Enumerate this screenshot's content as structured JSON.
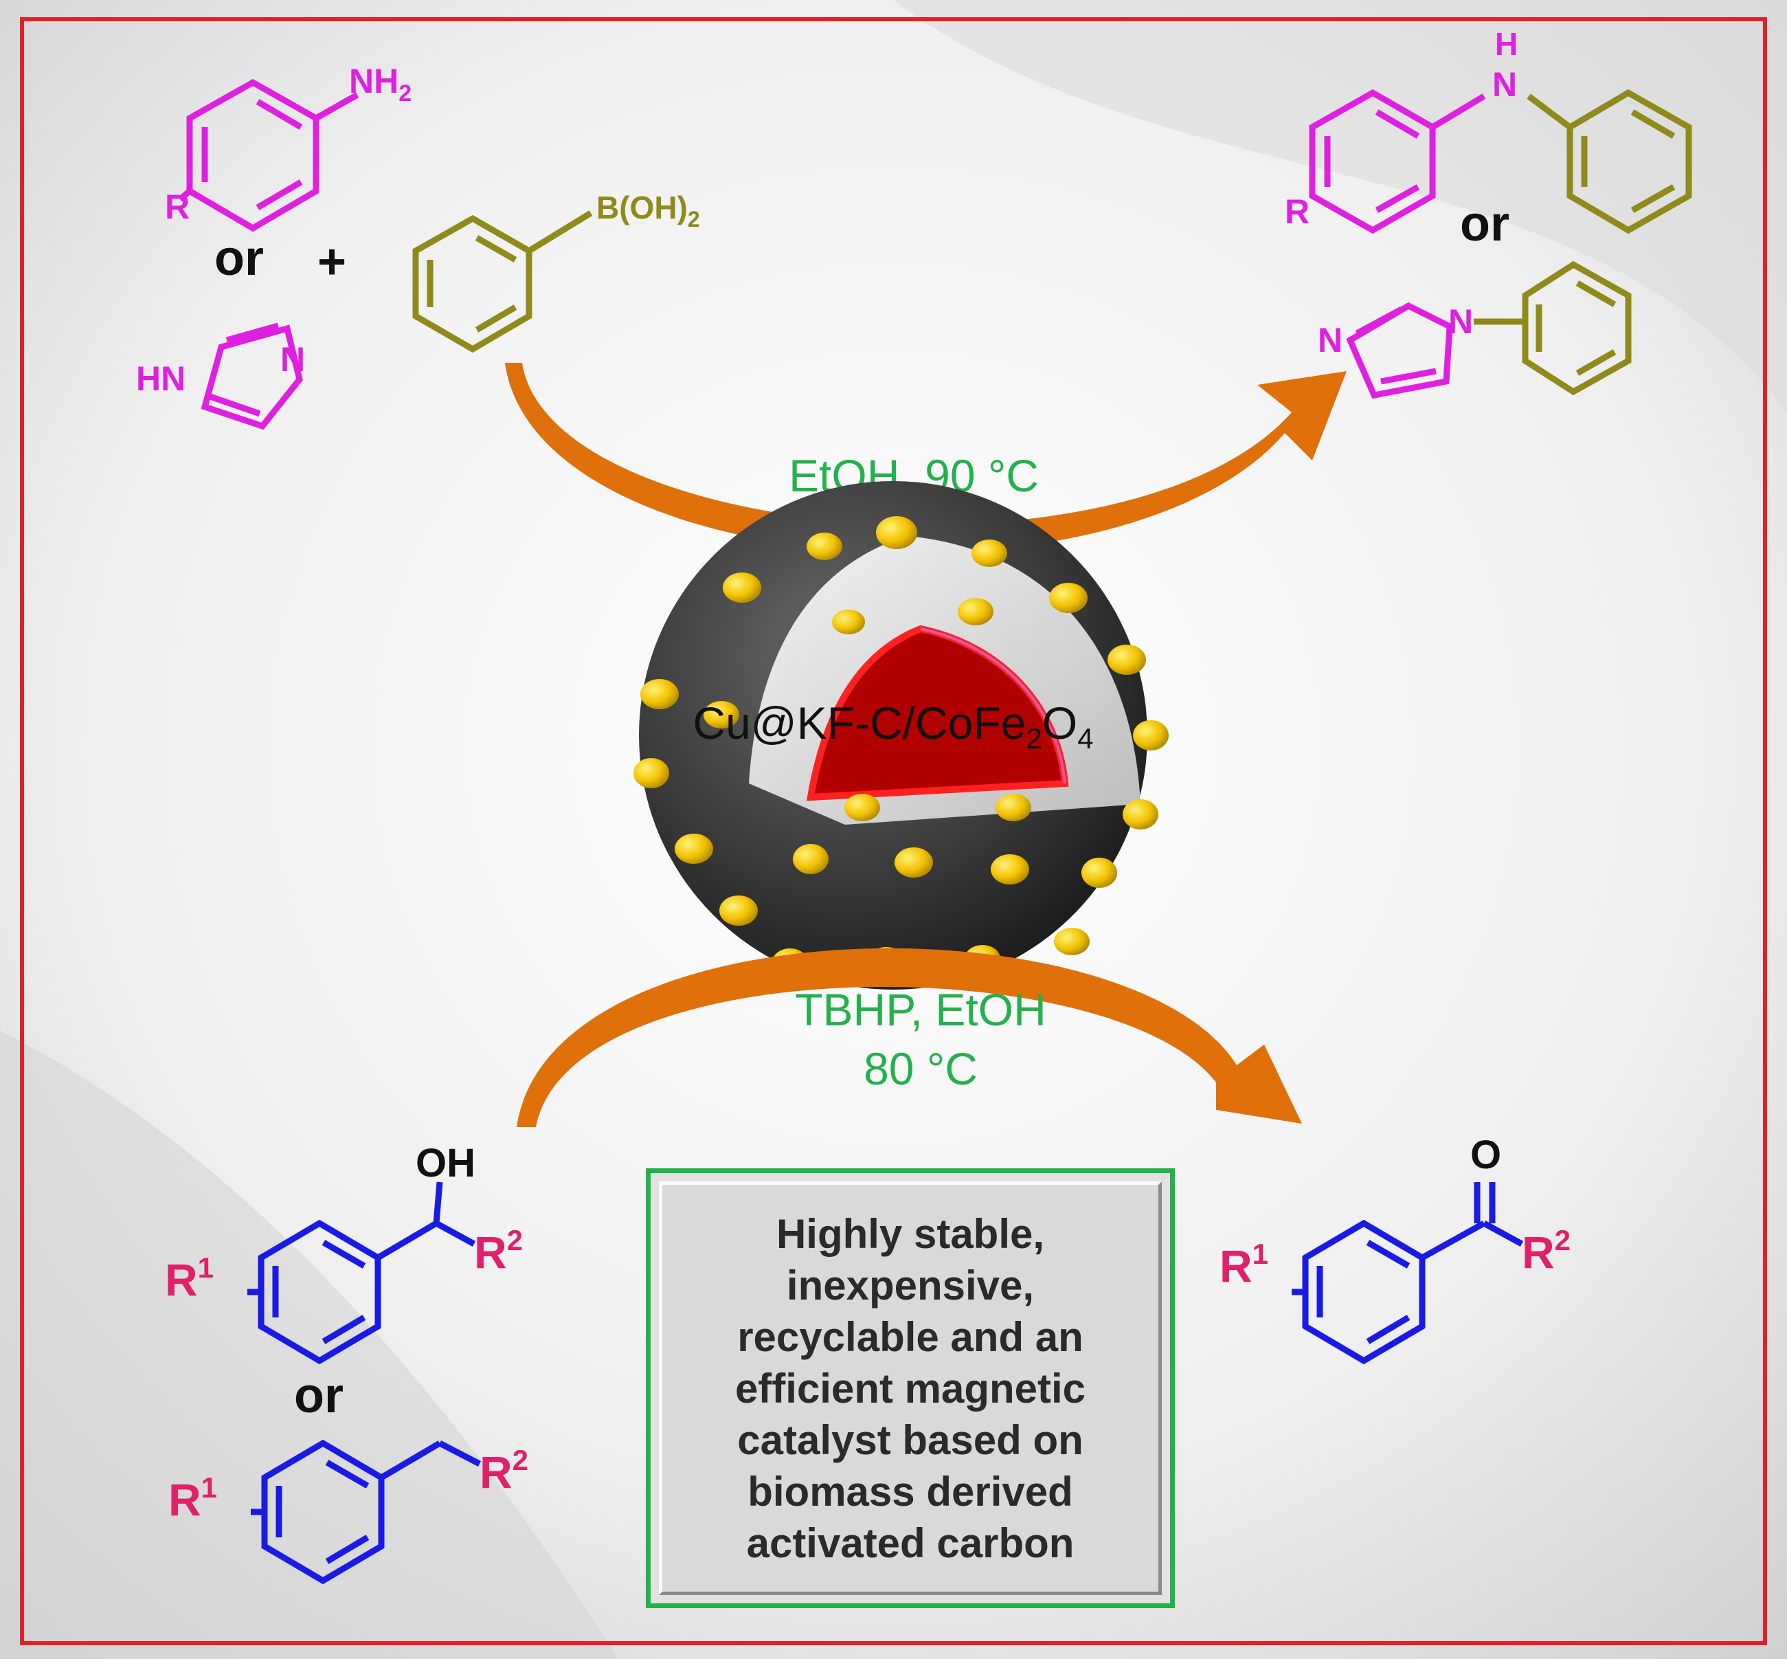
{
  "colors": {
    "border": "#e0202a",
    "reactant_magenta": "#e020e0",
    "boronic_olive": "#8f8a1a",
    "alcohol_blue": "#1a1ae6",
    "substituent_pink": "#e0206a",
    "condition_green": "#22b14c",
    "arrow_orange": "#e0700a",
    "catalyst_core": "#b00000",
    "catalyst_shell": "#3a3a3a",
    "catalyst_dots": "#f2c200"
  },
  "top_reaction": {
    "aniline_amine": "NH",
    "aniline_amine_sub": "2",
    "aniline_R": "R",
    "or_left": "or",
    "plus": "+",
    "imidazole_HN": "HN",
    "imidazole_N": "N",
    "boronic_label": "B(OH)",
    "boronic_sub": "2",
    "condition": "EtOH, 90 °C",
    "product_H": "H",
    "product_N": "N",
    "product_R": "R",
    "or_right": "or",
    "product_imid_N1": "N",
    "product_imid_N2": "N"
  },
  "catalyst": {
    "label_main": "Cu@KF-C/CoFe",
    "label_sub1": "2",
    "label_O": "O",
    "label_sub2": "4"
  },
  "bottom_reaction": {
    "condition_line1": "TBHP, EtOH",
    "condition_line2": "80 °C",
    "alcohol_OH": "OH",
    "r1": "R",
    "r1_sup": "1",
    "r2": "R",
    "r2_sup": "2",
    "or_bottom": "or",
    "ketone_O": "O"
  },
  "callout": {
    "lines": [
      "Highly stable,",
      "inexpensive,",
      "recyclable and an",
      "efficient magnetic",
      "catalyst based on",
      "biomass derived",
      "activated carbon"
    ]
  }
}
